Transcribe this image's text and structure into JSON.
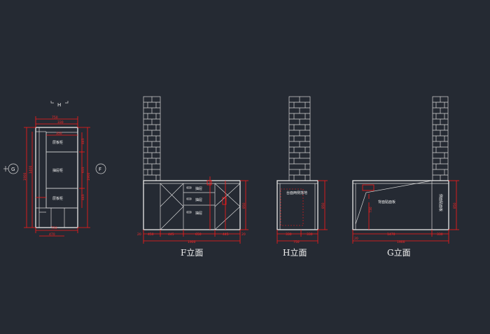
{
  "plan": {
    "cabinet_labels": [
      "层板柜",
      "抽屉柜",
      "层板柜"
    ],
    "view_markers": {
      "h": "H",
      "g": "G",
      "f": "F"
    },
    "dims_top": [
      "750",
      "330",
      "350"
    ],
    "dims_bottom": [
      "730",
      "470"
    ],
    "dims_left": [
      "1900",
      "1400"
    ],
    "dims_right": [
      "1900",
      "445",
      "655",
      "445"
    ]
  },
  "elev_f": {
    "title": "F立面",
    "drawer_labels": [
      "抽屉",
      "抽屉",
      "抽屉"
    ],
    "dims_bottom": [
      "20",
      "450",
      "445",
      "650",
      "445",
      "20"
    ],
    "dim_total": "1900",
    "dim_height": "850"
  },
  "elev_h": {
    "title": "H立面",
    "label": "台面两侧落地",
    "dims_bottom": [
      "330",
      "330"
    ],
    "dim_total": "750",
    "dim_height": "850"
  },
  "elev_g": {
    "title": "G立面",
    "label_main": "背面贴面板",
    "label_side": "侧面贴面板",
    "dims_bottom": [
      "1470",
      "330"
    ],
    "dim_total": "1900",
    "dim_small": "20",
    "dim_height": "850",
    "dim_inner": "730"
  }
}
